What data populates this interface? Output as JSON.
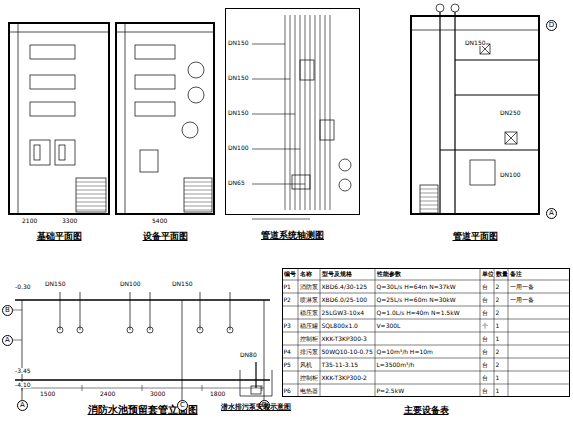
{
  "diagram": {
    "nodes": [
      {
        "text": [
          "基础平面图"
        ]
      },
      {
        "text": [
          "设备平面图"
        ]
      },
      {
        "text": [
          "管道系统轴测图"
        ]
      },
      {
        "text": [
          "管道平面图"
        ]
      },
      {
        "text": [
          "D"
        ]
      },
      {
        "text": [
          "A"
        ]
      },
      {
        "text": [
          "消防水池预留套管立面图"
        ]
      },
      {
        "text": [
          "A"
        ]
      },
      {
        "text": [
          "C"
        ]
      },
      {
        "text": [
          "D"
        ]
      },
      {
        "text": [
          "B"
        ]
      },
      {
        "text": [
          "A"
        ]
      },
      {
        "text": [
          "潜水排污泵安装示意图"
        ]
      },
      {
        "text": [
          "主要设备表"
        ]
      }
    ],
    "labels": [
      "编号",
      "名称",
      "型号及规格",
      "性能参数",
      "单位",
      "数量",
      "备注",
      "P1",
      "消防泵",
      "XBD6.4/30-125",
      "Q=30L/s H=64m N=37kW",
      "台",
      "2",
      "一用一备",
      "P2",
      "喷淋泵",
      "XBD6.0/25-100",
      "Q=25L/s H=60m N=30kW",
      "台",
      "2",
      "一用一备",
      "稳压泵",
      "25LGW3-10x4",
      "Q=1.0L/s H=40m N=1.5kW",
      "台",
      "2",
      "P3",
      "稳压罐",
      "SQL800x1.0",
      "V=300L",
      "个",
      "1",
      "控制柜",
      "XKK-T3KP300-3",
      "台",
      "1",
      "P4",
      "排污泵",
      "50WQ10-10-0.75",
      "Q=10m³/h H=10m",
      "台",
      "2",
      "P5",
      "风机",
      "T35-11-3.15",
      "L=3500m³/h",
      "台",
      "2",
      "控制柜",
      "XKK-T3KP300-2",
      "台",
      "1",
      "P6",
      "电热器",
      "P=2.5kW",
      "台",
      "1",
      "2100",
      "3300",
      "5400",
      "DN150",
      "DN150",
      "DN150",
      "DN100",
      "DN65",
      "DN150",
      "DN250",
      "DN100",
      "-0.30",
      "-3.45",
      "-4.10",
      "DN150",
      "DN100",
      "DN150",
      "1500",
      "2400",
      "3000",
      "1800",
      "DN80"
    ]
  }
}
